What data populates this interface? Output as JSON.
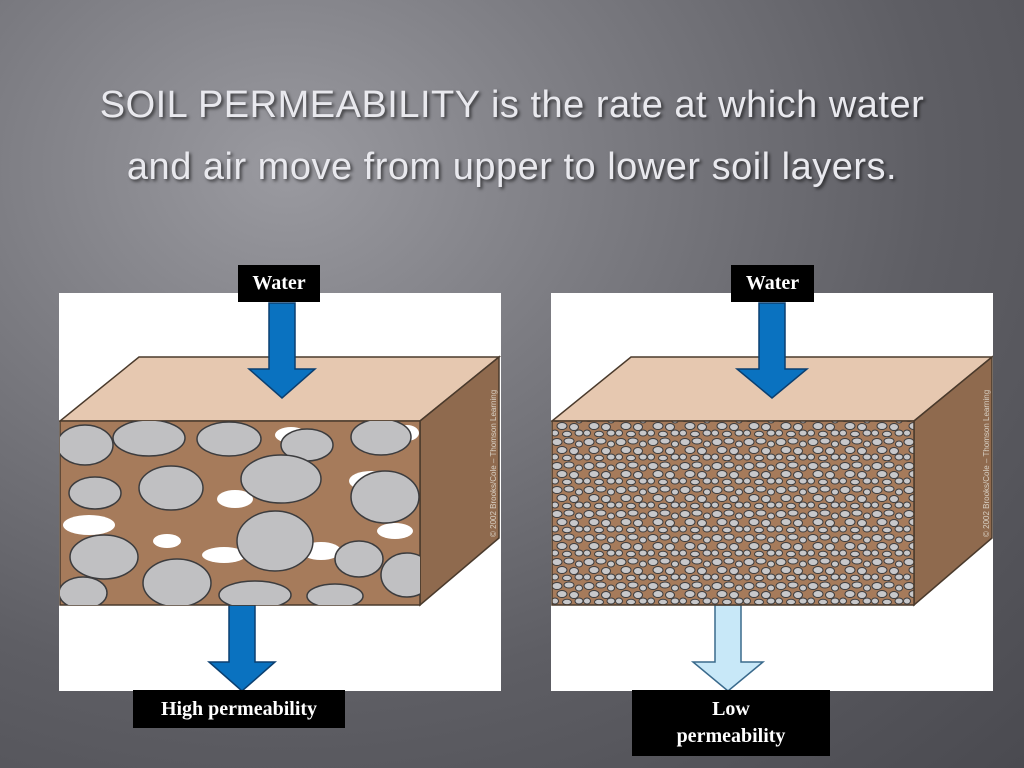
{
  "slide": {
    "title_line1": "SOIL PERMEABILITY is the rate at which water",
    "title_line2": "and air move from upper to lower soil layers."
  },
  "panels": [
    {
      "top_label": "Water",
      "bottom_label_line1": "High permeability",
      "bottom_label_line2": "",
      "credit": "© 2002 Brooks/Cole – Thomson Learning",
      "particle_size": "large",
      "outflow_color": "#0a72c0"
    },
    {
      "top_label": "Water",
      "bottom_label_line1": "Low",
      "bottom_label_line2": "permeability",
      "credit": "© 2002 Brooks/Cole – Thomson Learning",
      "particle_size": "small",
      "outflow_color": "#c8e8f8"
    }
  ],
  "colors": {
    "soil_matrix": "#a67b5b",
    "soil_top": "#e6c8b0",
    "soil_side": "#8f6a4e",
    "particle": "#c0c0c2",
    "inflow_arrow": "#0a72c0"
  }
}
